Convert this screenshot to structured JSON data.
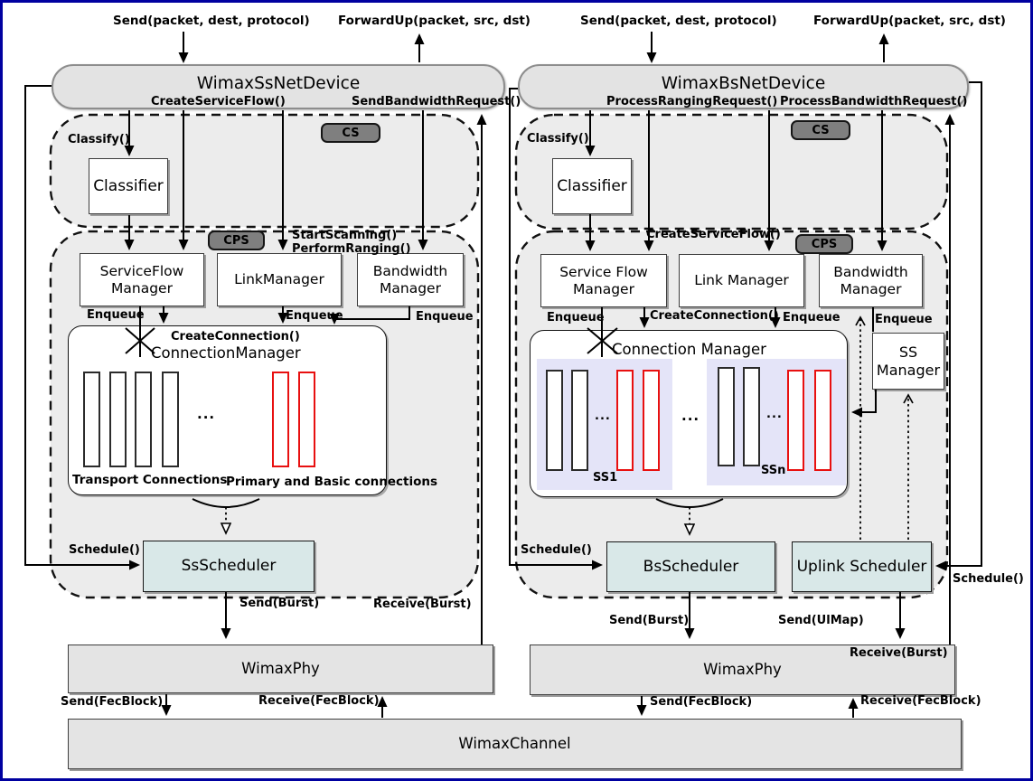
{
  "labels": {
    "send_packet": "Send(packet, dest, protocol)",
    "forward_up": "ForwardUp(packet, src, dst)",
    "enqueue": "Enqueue",
    "schedule": "Schedule()",
    "classify": "Classify()",
    "classifier": "Classifier",
    "cs_badge": "CS",
    "cps_badge": "CPS",
    "create_connection": "CreateConnection()",
    "create_service_flow": "CreateServiceFlow()",
    "send_burst": "Send(Burst)",
    "receive_burst": "Receive(Burst)",
    "send_fecblock": "Send(FecBlock)",
    "receive_fecblock": "Receive(FecBlock)",
    "ellipsis": "..."
  },
  "ss_column": {
    "device_title": "WimaxSsNetDevice",
    "send_bandwidth_request": "SendBandwidthRequest()",
    "start_scanning": "StartScanning()",
    "perform_ranging": "PerformRanging()",
    "service_flow_manager": "ServiceFlow Manager",
    "link_manager": "LinkManager",
    "bandwidth_manager": "Bandwidth Manager",
    "connection_manager": "ConnectionManager",
    "transport_connections": "Transport Connections",
    "primary_basic_connections": "Primary and Basic connections",
    "scheduler": "SsScheduler",
    "phy": "WimaxPhy"
  },
  "bs_column": {
    "device_title": "WimaxBsNetDevice",
    "process_ranging_request": "ProcessRangingRequest()",
    "process_bandwidth_request": "ProcessBandwidthRequest()",
    "service_flow_manager": "Service Flow Manager",
    "link_manager": "Link Manager",
    "bandwidth_manager": "Bandwidth Manager",
    "ss_manager": "SS Manager",
    "connection_manager": "Connection Manager",
    "ss1": "SS1",
    "ssn": "SSn",
    "scheduler": "BsScheduler",
    "uplink_scheduler": "Uplink Scheduler",
    "send_ulmap": "Send(UlMap)",
    "phy": "WimaxPhy"
  },
  "channel_title": "WimaxChannel",
  "colors": {
    "outer_border": "#0000a0",
    "region_fill": "#ececec",
    "device_fill": "#e3e3e3",
    "scheduler_fill": "#d9e8e8",
    "ss_panel_fill": "#e4e4f8",
    "badge_fill": "#7f7f7f",
    "red_connection": "#e81010",
    "line": "#000000"
  }
}
